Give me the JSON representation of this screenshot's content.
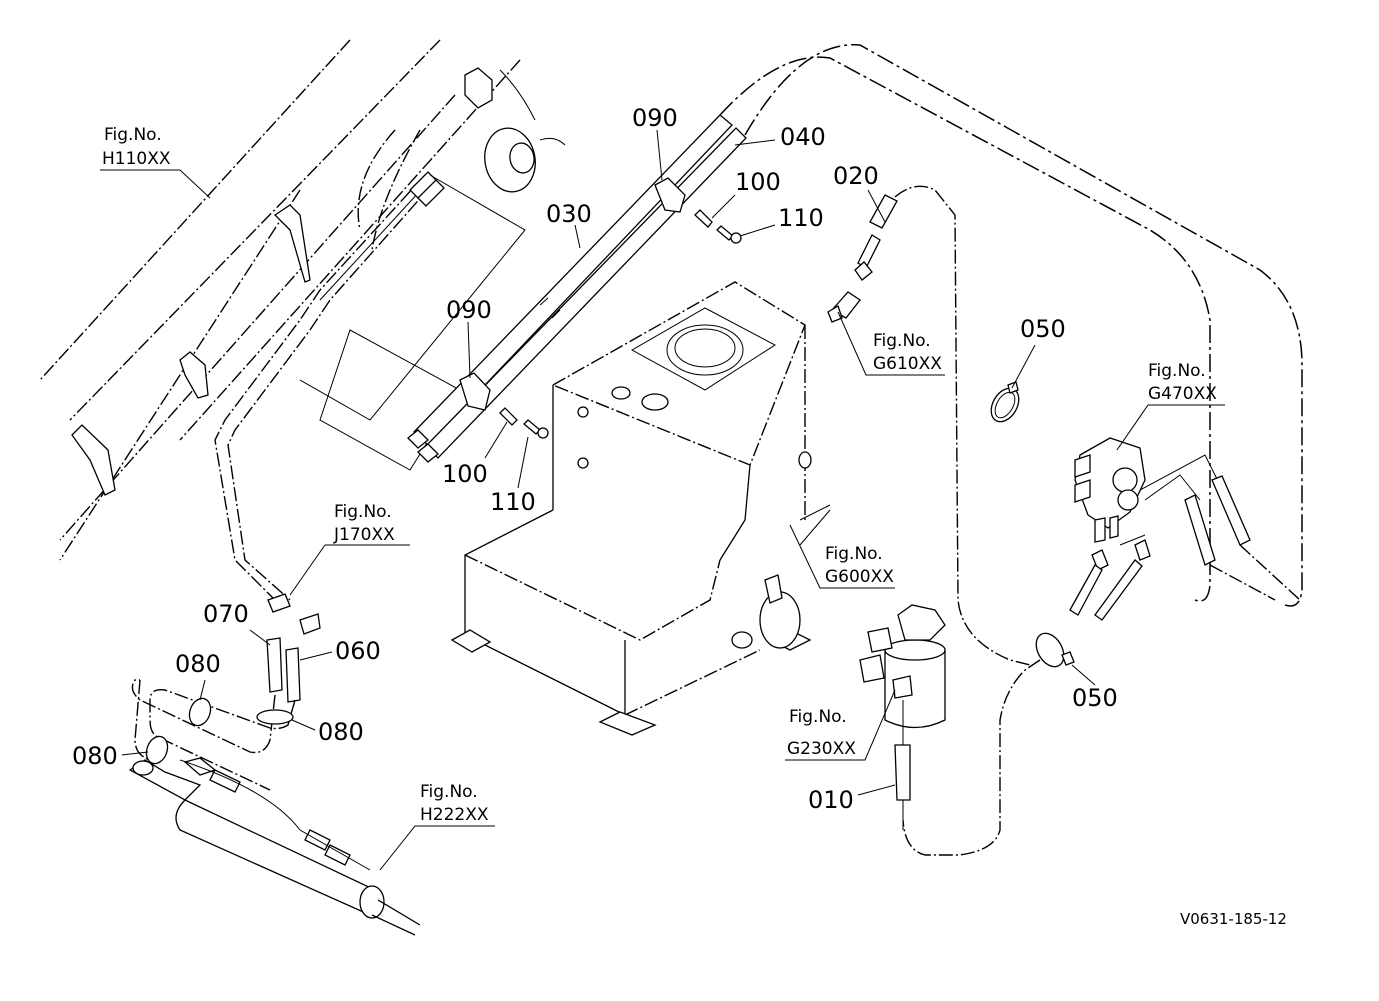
{
  "diagram": {
    "type": "exploded parts diagram",
    "drawing_code": "V0631-185-12",
    "part_labels": [
      {
        "id": "010",
        "label": "010"
      },
      {
        "id": "020",
        "label": "020"
      },
      {
        "id": "030",
        "label": "030"
      },
      {
        "id": "040",
        "label": "040"
      },
      {
        "id": "050a",
        "label": "050"
      },
      {
        "id": "050b",
        "label": "050"
      },
      {
        "id": "060",
        "label": "060"
      },
      {
        "id": "070",
        "label": "070"
      },
      {
        "id": "080a",
        "label": "080"
      },
      {
        "id": "080b",
        "label": "080"
      },
      {
        "id": "080c",
        "label": "080"
      },
      {
        "id": "090a",
        "label": "090"
      },
      {
        "id": "090b",
        "label": "090"
      },
      {
        "id": "100a",
        "label": "100"
      },
      {
        "id": "100b",
        "label": "100"
      },
      {
        "id": "110a",
        "label": "110"
      },
      {
        "id": "110b",
        "label": "110"
      }
    ],
    "figure_refs": [
      {
        "prefix": "Fig.No.",
        "code": "H110XX"
      },
      {
        "prefix": "Fig.No.",
        "code": "G610XX"
      },
      {
        "prefix": "Fig.No.",
        "code": "G470XX"
      },
      {
        "prefix": "Fig.No.",
        "code": "J170XX"
      },
      {
        "prefix": "Fig.No.",
        "code": "G600XX"
      },
      {
        "prefix": "Fig.No.",
        "code": "G230XX"
      },
      {
        "prefix": "Fig.No.",
        "code": "H222XX"
      }
    ]
  }
}
